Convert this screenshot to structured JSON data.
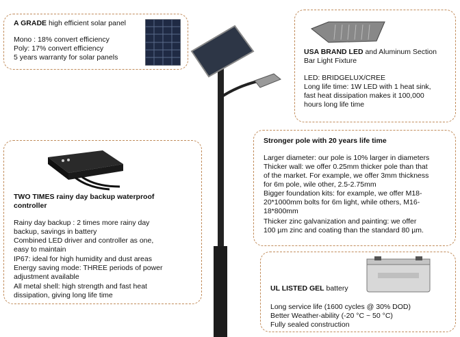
{
  "solar_panel": {
    "title_bold": "A  GRADE",
    "title_rest": " high efficient  solar panel",
    "lines": [
      "Mono : 18% convert efficiency",
      "Poly:     17% convert efficiency",
      "5 years warranty for solar panels"
    ]
  },
  "led": {
    "title_bold": "USA BRAND LED",
    "title_rest": " and Aluminum Section",
    "title_line2": "Bar Light Fixture",
    "lines": [
      "LED: BRIDGELUX/CREE",
      "Long life time: 1W LED with 1 heat sink,",
      "fast heat dissipation makes it 100,000",
      "hours long life time"
    ]
  },
  "pole": {
    "title": "Stronger pole with 20 years life time",
    "lines": [
      "Larger diameter: our pole is 10% larger in diameters",
      "Thicker wall: we offer 0.25mm thicker pole than that",
      "of the market. For example, we offer 3mm thickness",
      "for 6m pole, wile other, 2.5-2.75mm",
      "Bigger foundation kits: for example, we offer M18-",
      "20*1000mm bolts for 6m light, while others, M16-",
      "18*800mm",
      "Thicker zinc galvanization and painting: we offer",
      "100 µm zinc and coating than the standard 80 µm."
    ]
  },
  "controller": {
    "title_line1": "TWO TIMES rainy day backup waterproof",
    "title_line2": "controller",
    "lines": [
      "Rainy day backup : 2 times more rainy day",
      "backup, savings in battery",
      "Combined LED driver and controller as one,",
      "easy to maintain",
      "IP67: ideal for high humidity and dust areas",
      "Energy saving mode: THREE periods of power",
      "adjustment available",
      "All metal shell: high strength and fast heat",
      "dissipation, giving long life time"
    ]
  },
  "battery": {
    "title_bold": "UL LISTED GEL",
    "title_rest": " battery",
    "lines": [
      "Long service life (1600 cycles @ 30% DOD)",
      "Better Weather-ability (-20 °C ~ 50 °C)",
      "Fully sealed construction"
    ]
  }
}
